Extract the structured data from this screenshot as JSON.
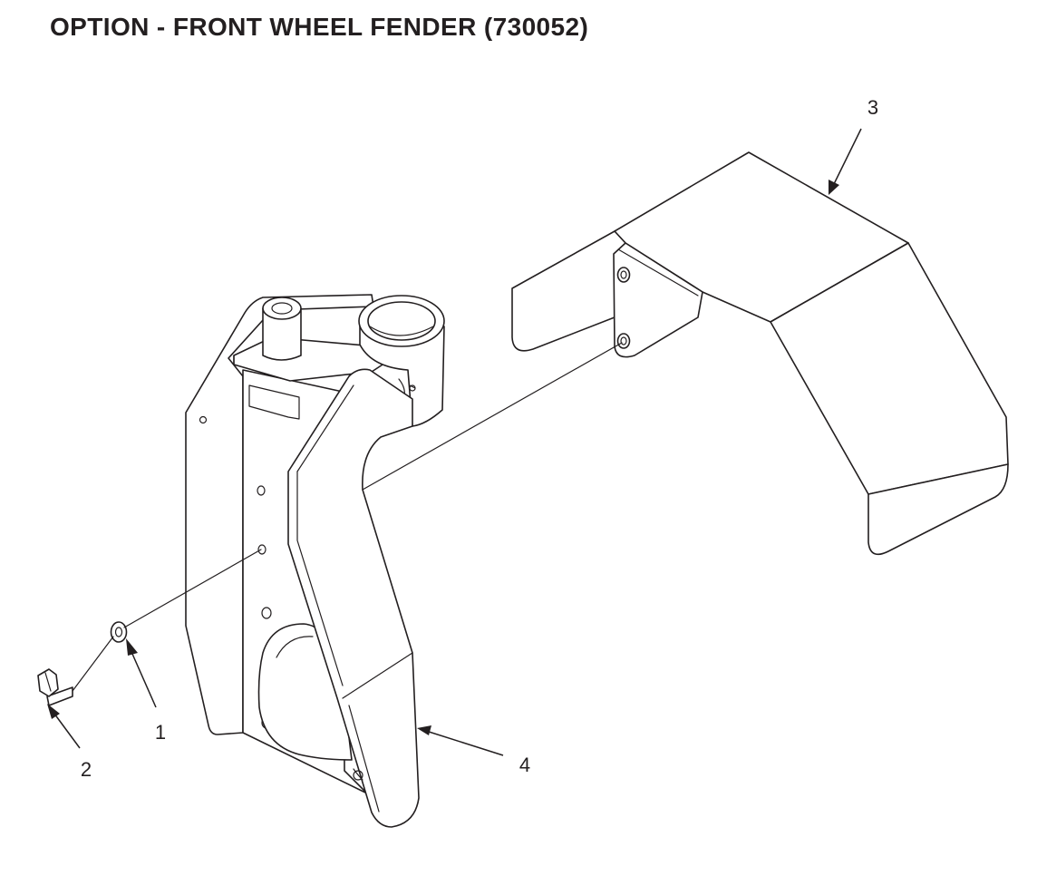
{
  "title": "OPTION - FRONT WHEEL FENDER (730052)",
  "callouts": [
    {
      "id": "callout-1",
      "label": "1"
    },
    {
      "id": "callout-2",
      "label": "2"
    },
    {
      "id": "callout-3",
      "label": "3"
    },
    {
      "id": "callout-4",
      "label": "4"
    }
  ],
  "colors": {
    "line": "#231f20",
    "background": "#ffffff"
  }
}
